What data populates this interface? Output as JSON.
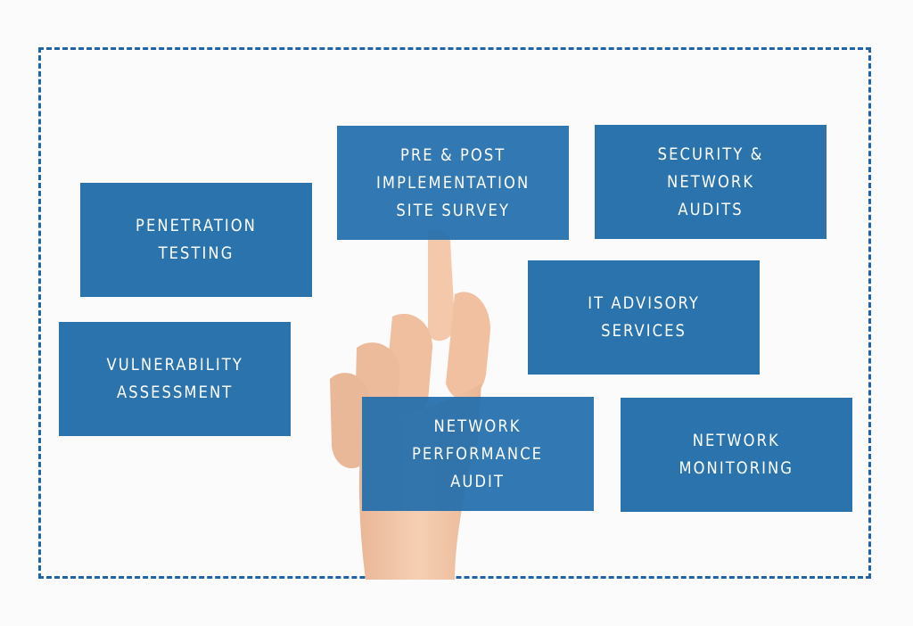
{
  "diagram": {
    "title": "IT Security & Network Services",
    "colors": {
      "tile_fill": "#2a73ad",
      "tile_text": "#ffffff",
      "frame_border": "#1f64a8",
      "background": "#fbfbfb",
      "skin": "#f2c4a6"
    },
    "illustration": "pointing-hand-icon",
    "tiles": [
      {
        "id": "penetration-testing",
        "label": "PENETRATION\nTESTING"
      },
      {
        "id": "pre-post-implementation",
        "label": "PRE & POST\nIMPLEMENTATION\nSITE SURVEY"
      },
      {
        "id": "security-network-audits",
        "label": "SECURITY &\nNETWORK\nAUDITS"
      },
      {
        "id": "it-advisory-services",
        "label": "IT ADVISORY\nSERVICES"
      },
      {
        "id": "vulnerability-assessment",
        "label": "VULNERABILITY\nASSESSMENT"
      },
      {
        "id": "network-performance-audit",
        "label": "NETWORK\nPERFORMANCE\nAUDIT"
      },
      {
        "id": "network-monitoring",
        "label": "NETWORK\nMONITORING"
      }
    ]
  }
}
